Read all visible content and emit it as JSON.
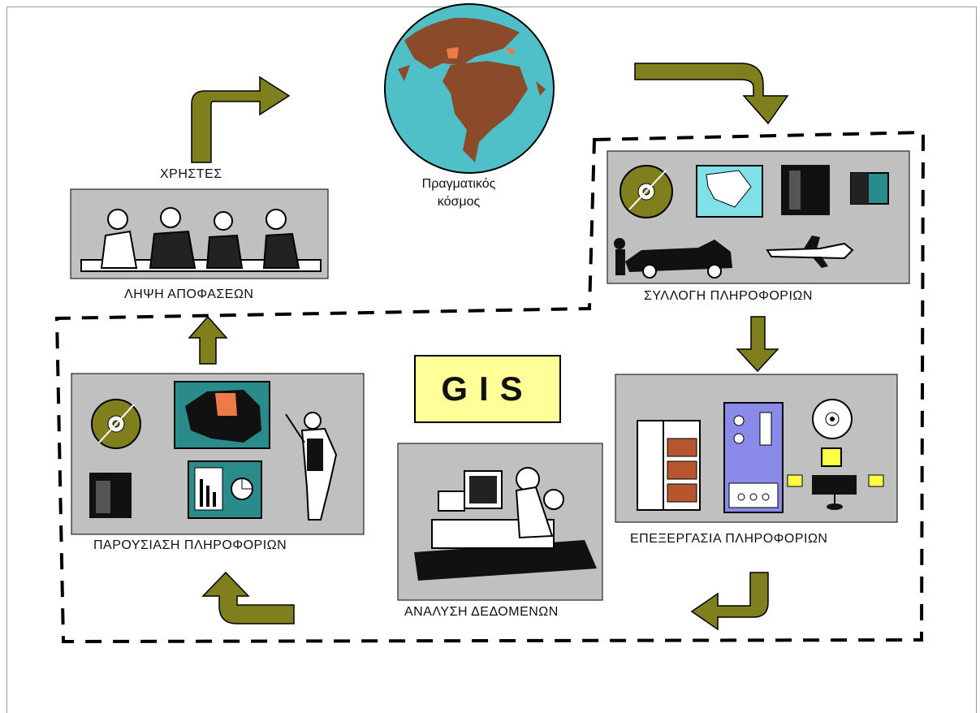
{
  "diagram": {
    "real_world_label_line1": "Πραγματικός",
    "real_world_label_line2": "κόσμος",
    "center_label": "GIS",
    "users_label": "ΧΡΗΣΤΕΣ",
    "decision_label": "ΛΗΨΗ ΑΠΟΦΑΣΕΩΝ",
    "collection_label": "ΣΥΛΛΟΓΗ ΠΛΗΡΟΦΟΡΙΩΝ",
    "processing_label": "ΕΠΕΞΕΡΓΑΣΙΑ ΠΛΗΡΟΦΟΡΙΩΝ",
    "analysis_label": "ΑΝΑΛΥΣΗ ΔΕΔΟΜΕΝΩΝ",
    "presentation_label": "ΠΑΡΟΥΣΙΑΣΗ ΠΛΗΡΟΦΟΡΙΩΝ"
  },
  "colors": {
    "panel": "#c0c0c0",
    "arrow": "#7f7f1e",
    "gis_box": "#ffff99",
    "globe_ocean": "#4fc0c7",
    "globe_land": "#8b4b2b",
    "screen_teal": "#2a8c8a",
    "accent_orange": "#ee7a4a",
    "device_blue": "#8a8ae8"
  },
  "icons": [
    "globe-icon",
    "meeting-people-icon",
    "cd-icon",
    "map-icon",
    "server-icon",
    "car-icon",
    "airplane-icon",
    "computer-icon",
    "presenter-icon",
    "chart-screen-icon",
    "arrow-icon"
  ]
}
